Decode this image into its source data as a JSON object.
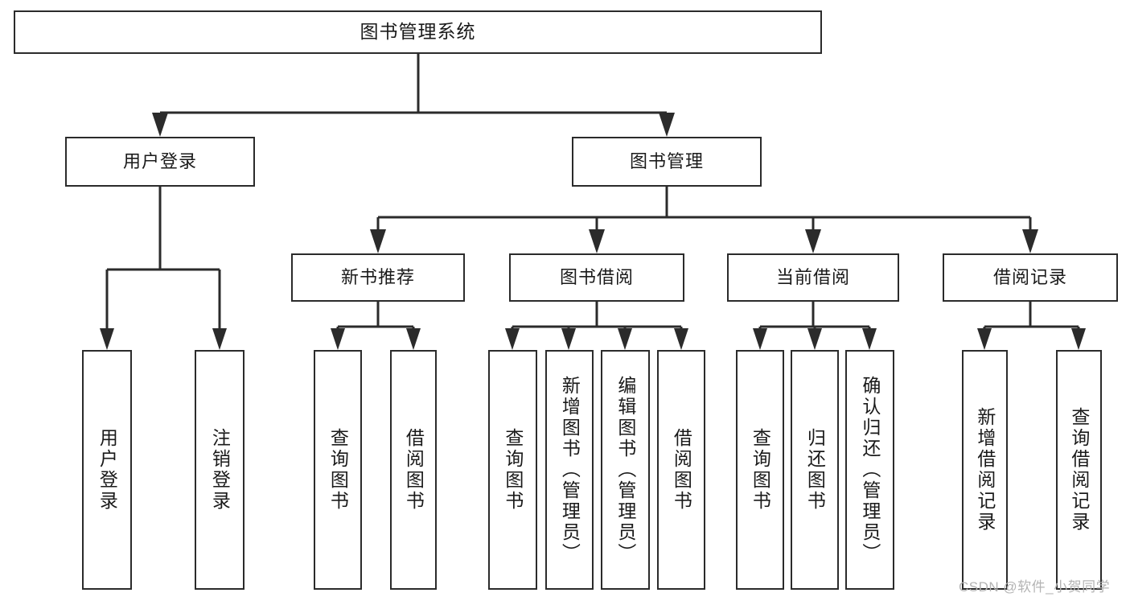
{
  "diagram": {
    "title": "图书管理系统",
    "type": "hierarchy-tree",
    "orientation": "top-down",
    "line_color": "#2b2b2b",
    "box_fill": "#ffffff",
    "watermark": "CSDN @软件_小贺同学"
  },
  "nodes": {
    "root": {
      "label": "图书管理系统"
    },
    "level2": [
      {
        "label": "用户登录"
      },
      {
        "label": "图书管理"
      }
    ],
    "level3": [
      {
        "label": "新书推荐"
      },
      {
        "label": "图书借阅"
      },
      {
        "label": "当前借阅"
      },
      {
        "label": "借阅记录"
      }
    ],
    "leaves_user_login": [
      {
        "label": "用户登录"
      },
      {
        "label": "注销登录"
      }
    ],
    "leaves_new_book": [
      {
        "label": "查询图书"
      },
      {
        "label": "借阅图书"
      }
    ],
    "leaves_borrow": [
      {
        "label": "查询图书"
      },
      {
        "label": "新增图书（管理员）"
      },
      {
        "label": "编辑图书（管理员）"
      },
      {
        "label": "借阅图书"
      }
    ],
    "leaves_current": [
      {
        "label": "查询图书"
      },
      {
        "label": "归还图书"
      },
      {
        "label": "确认归还（管理员）"
      }
    ],
    "leaves_records": [
      {
        "label": "新增借阅记录"
      },
      {
        "label": "查询借阅记录"
      }
    ]
  }
}
